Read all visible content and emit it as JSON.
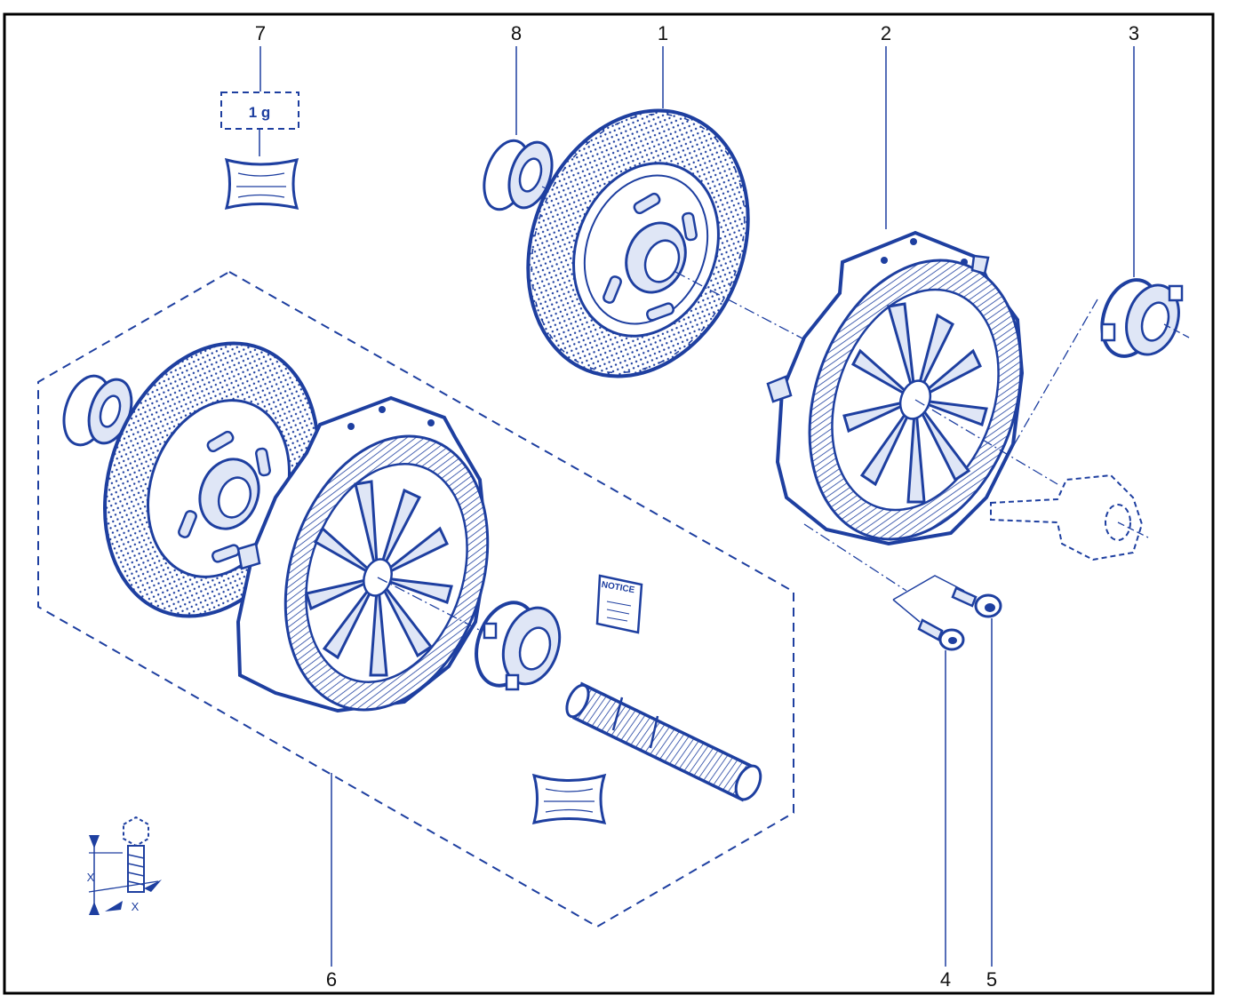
{
  "colors": {
    "line": "#1e3fa0",
    "frame": "#000000",
    "text": "#111111",
    "tint": "#dfe6f6"
  },
  "callouts": [
    "7",
    "8",
    "1",
    "2",
    "3",
    "6",
    "4",
    "5"
  ],
  "labels": {
    "grease_quantity": "1 g",
    "notice": "NOTICE",
    "torque_x1": "X",
    "torque_x2": "X"
  },
  "icons": {
    "grease": "grease-sachet-icon",
    "bolt_torque": "bolt-torque-symbol-icon",
    "notice": "notice-booklet-icon"
  }
}
